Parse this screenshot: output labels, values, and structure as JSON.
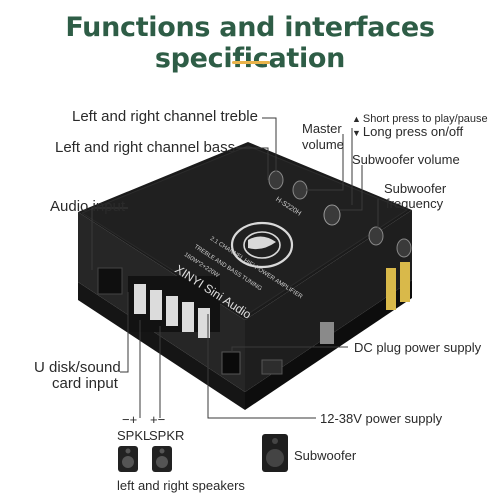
{
  "header": {
    "title": "Functions and interfaces specification"
  },
  "labels": {
    "treble": "Left and right channel treble",
    "bass": "Left and right channel bass",
    "master_volume_line1": "Master",
    "master_volume_line2": "volume",
    "short_press": "Short press to play/pause",
    "long_press": "Long press on/off",
    "subwoofer_volume": "Subwoofer volume",
    "subwoofer_freq_line1": "Subwoofer",
    "subwoofer_freq_line2": "frequency",
    "audio_input": "Audio input",
    "udisk_line1": "U disk/sound",
    "udisk_line2": "card input",
    "dc_plug": "DC plug power supply",
    "power_supply": "12-38V power supply",
    "spkl_polarity": "−+",
    "spkl": "SPKL",
    "spkr_polarity": "+−",
    "spkr": "SPKR",
    "subwoofer": "Subwoofer",
    "speakers": "left and right speakers"
  },
  "board_text": {
    "brand": "XINYI Sini Audio",
    "model": "H-S220H",
    "line1": "2.1 CHANNEL HIFI POWER AMPLIFIER",
    "line2": "TREBLE AND BASS TUNING",
    "line3": "160W*2+220W"
  },
  "icons": {
    "play_pause": "triangle-up-icon",
    "on_off": "triangle-down-icon",
    "speaker": "speaker-icon",
    "subwoofer": "subwoofer-icon",
    "logo": "brand-logo-icon"
  },
  "colors": {
    "title": "#2e5d46",
    "accent": "#e9b34a",
    "board": "#1c1c1c",
    "line": "#3a3a3a"
  }
}
